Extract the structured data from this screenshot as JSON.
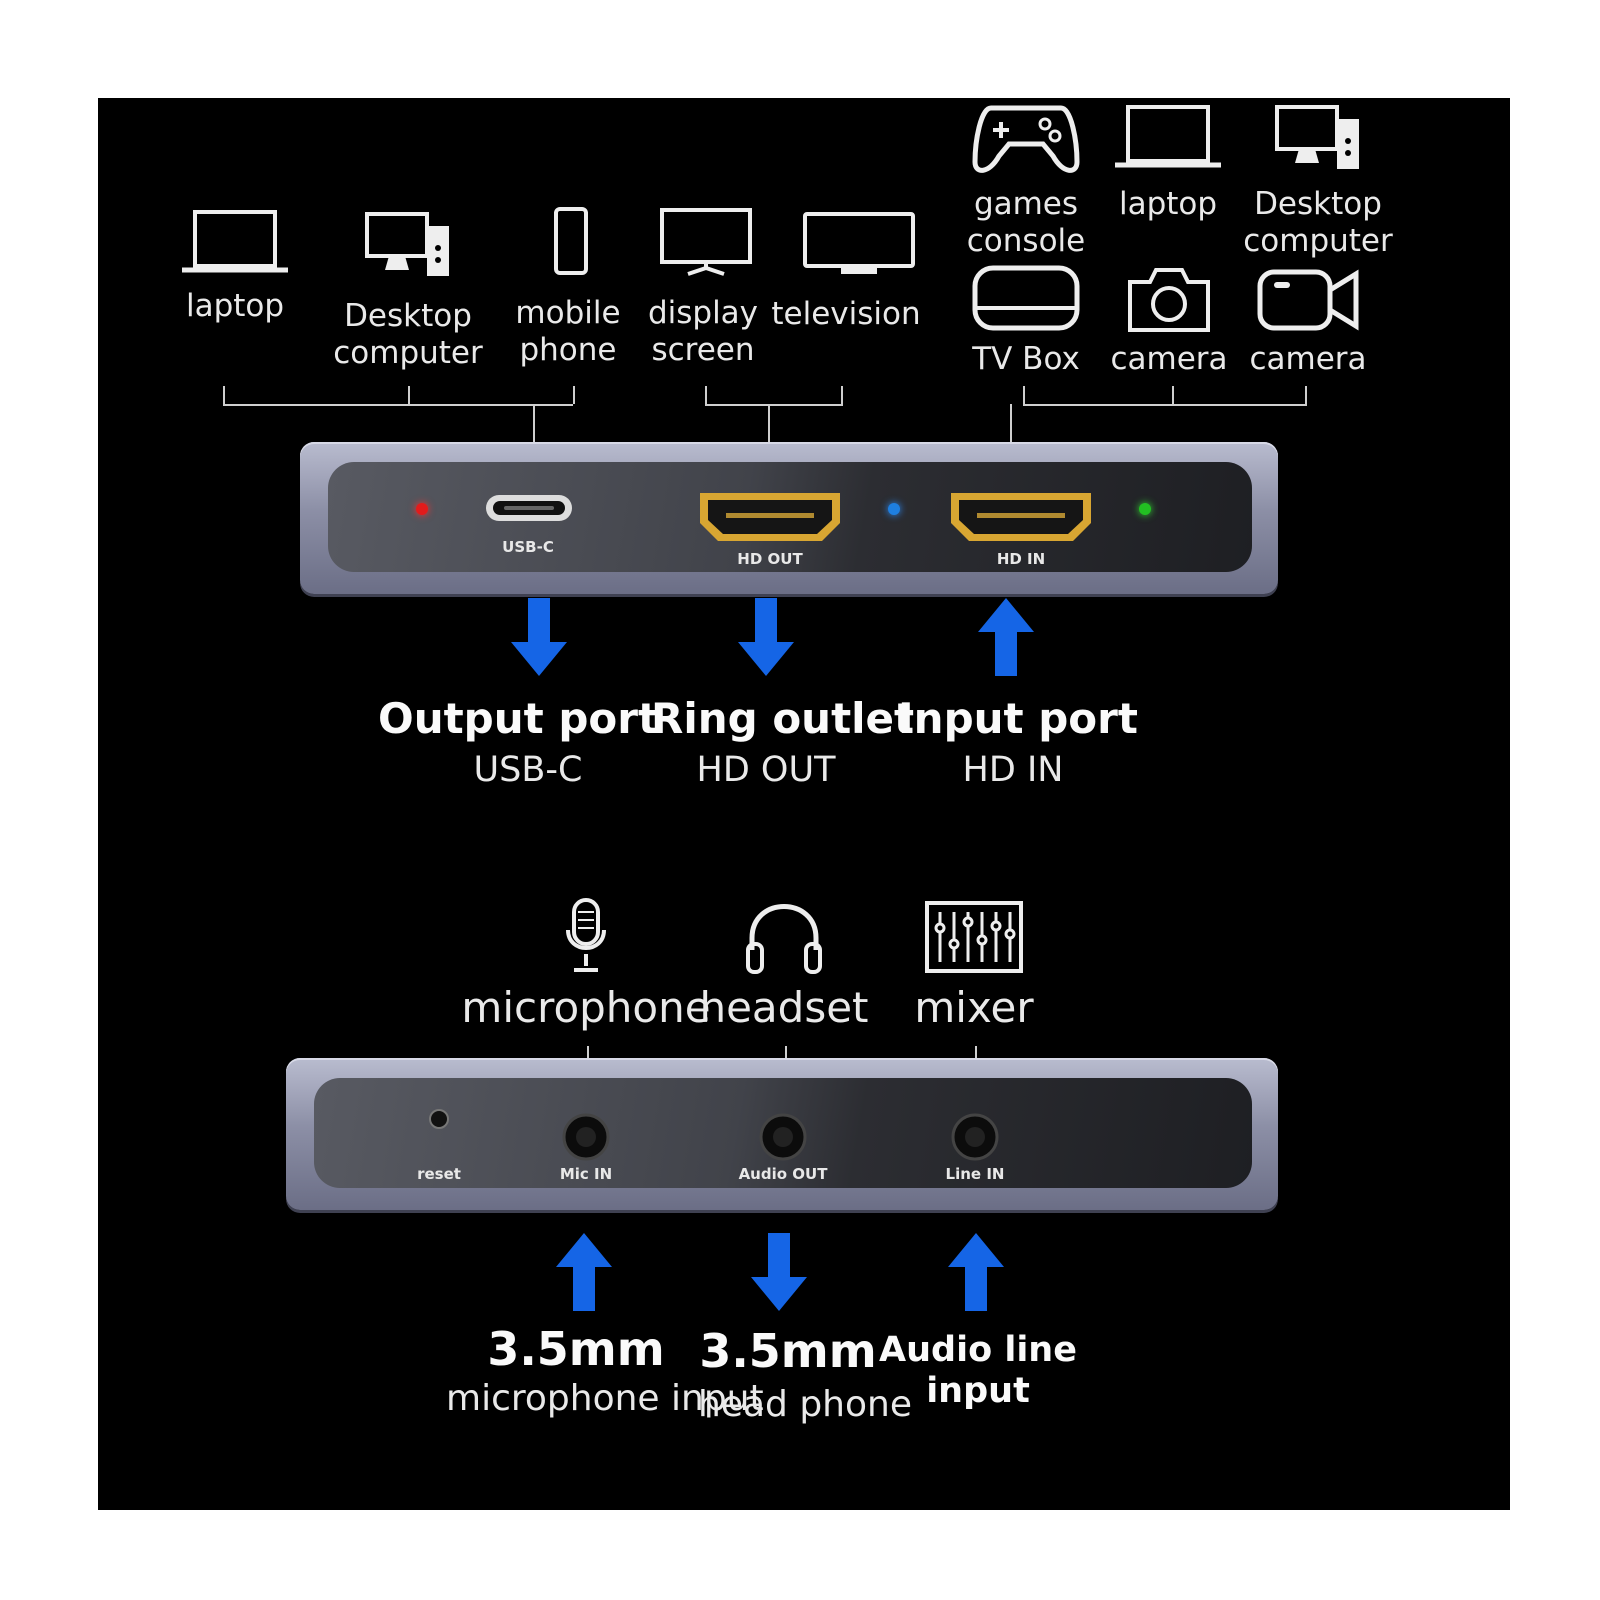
{
  "top_sources": [
    {
      "icon": "laptop-icon",
      "label": "laptop"
    },
    {
      "icon": "desktop-computer-icon",
      "label": "Desktop\ncomputer"
    },
    {
      "icon": "mobile-phone-icon",
      "label": "mobile\nphone"
    },
    {
      "icon": "display-screen-icon",
      "label": "display\nscreen"
    },
    {
      "icon": "television-icon",
      "label": "television"
    }
  ],
  "top_inputs": [
    {
      "icon": "gamepad-icon",
      "label": "games\nconsole"
    },
    {
      "icon": "laptop-icon",
      "label": "laptop"
    },
    {
      "icon": "desktop-computer-icon",
      "label": "Desktop\ncomputer"
    },
    {
      "icon": "tv-box-icon",
      "label": "TV Box"
    },
    {
      "icon": "camera-icon",
      "label": "camera"
    },
    {
      "icon": "video-camera-icon",
      "label": "camera"
    }
  ],
  "device_top": {
    "ports": [
      "USB-C",
      "HD OUT",
      "HD IN"
    ],
    "leds": [
      "#e31b1b",
      "#1e7fe0",
      "#22c022"
    ]
  },
  "top_captions": [
    {
      "heading": "Output port",
      "sub": "USB-C",
      "direction": "down"
    },
    {
      "heading": "Ring outlet",
      "sub": "HD OUT",
      "direction": "down"
    },
    {
      "heading": "Input port",
      "sub": "HD IN",
      "direction": "up"
    }
  ],
  "audio_devices": [
    {
      "icon": "microphone-icon",
      "label": "microphone"
    },
    {
      "icon": "headset-icon",
      "label": "headset"
    },
    {
      "icon": "mixer-icon",
      "label": "mixer"
    }
  ],
  "device_bottom": {
    "ports": [
      "reset",
      "Mic IN",
      "Audio OUT",
      "Line IN"
    ]
  },
  "bottom_captions": [
    {
      "heading": "3.5mm",
      "sub": "microphone\ninput",
      "direction": "up"
    },
    {
      "heading": "3.5mm",
      "sub": "head\nphone",
      "direction": "down"
    },
    {
      "heading": "Audio line\ninput",
      "sub": "",
      "direction": "up"
    }
  ],
  "colors": {
    "background": "#000000",
    "arrow": "#1565e6",
    "gold": "#d8a632"
  }
}
